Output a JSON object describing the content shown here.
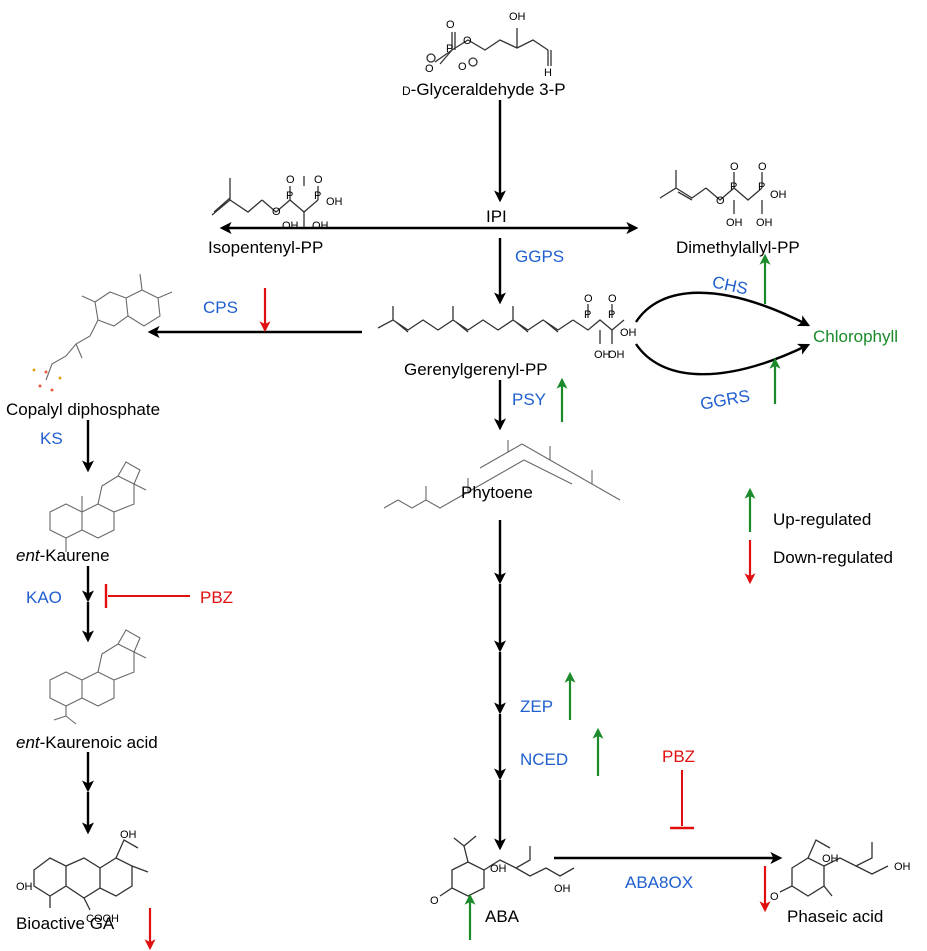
{
  "compounds": {
    "g3p_prefix": "D",
    "g3p": "-Glyceraldehyde 3-P",
    "ipi": "IPI",
    "ipp": "Isopentenyl-PP",
    "dmapp": "Dimethylallyl-PP",
    "ggpp": "Gerenylgerenyl-PP",
    "chlorophyll": "Chlorophyll",
    "copalyl": "Copalyl diphosphate",
    "ent_prefix": "ent",
    "kaurene_suffix": "-Kaurene",
    "kaurenoic_suffix": "-Kaurenoic acid",
    "bioactive_ga": "Bioactive GA",
    "phytoene": "Phytoene",
    "aba": "ABA",
    "phaseic": "Phaseic acid"
  },
  "enzymes": {
    "ggps": "GGPS",
    "cps": "CPS",
    "chs": "CHS",
    "ggrs": "GGRS",
    "psy": "PSY",
    "ks": "KS",
    "kao": "KAO",
    "zep": "ZEP",
    "nced": "NCED",
    "aba8ox": "ABA8OX"
  },
  "inhibitors": {
    "pbz_ga": "PBZ",
    "pbz_aba": "PBZ"
  },
  "legend": {
    "up": "Up-regulated",
    "down": "Down-regulated"
  },
  "atoms": {
    "oh": "OH",
    "o": "O",
    "p": "P",
    "h": "H",
    "cooh": "COOH"
  },
  "colors": {
    "enzyme": "#1f5fcf",
    "up": "#1a8a2a",
    "down": "#e01010",
    "chlorophyll": "#1a8a2a",
    "arrow": "#000000"
  }
}
